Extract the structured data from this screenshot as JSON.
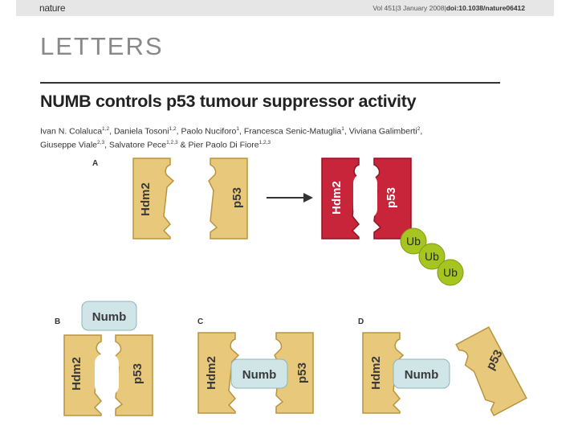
{
  "header": {
    "journal": "nature",
    "citation_volume": "Vol 451|3 January 2008|",
    "citation_doi": "doi:10.1038/nature06412"
  },
  "section_label": "LETTERS",
  "title": "NUMB controls p53 tumour suppressor activity",
  "authors": [
    {
      "name": "Ivan N. Colaluca",
      "aff": "1,2",
      "sep": ", "
    },
    {
      "name": "Daniela Tosoni",
      "aff": "1,2",
      "sep": ", "
    },
    {
      "name": "Paolo Nuciforo",
      "aff": "1",
      "sep": ", "
    },
    {
      "name": "Francesca Senic-Matuglia",
      "aff": "1",
      "sep": ", "
    },
    {
      "name": "Viviana Galimberti",
      "aff": "2",
      "sep": ", "
    },
    {
      "name": "Giuseppe Viale",
      "aff": "2,3",
      "sep": ", "
    },
    {
      "name": "Salvatore Pece",
      "aff": "1,2,3",
      "sep": " & "
    },
    {
      "name": "Pier Paolo Di Fiore",
      "aff": "1,2,3",
      "sep": ""
    }
  ],
  "figure": {
    "panel_labels": {
      "a": "A",
      "b": "B",
      "c": "C",
      "d": "D"
    },
    "hdm2": "Hdm2",
    "p53": "p53",
    "numb": "Numb",
    "ub": "Ub",
    "colors": {
      "protein": "#e8c87a",
      "protein_edge": "#b99440",
      "active": "#c8243a",
      "numb": "#cfe5e8",
      "ub": "#a6c520",
      "text": "#3a3a3a"
    }
  }
}
